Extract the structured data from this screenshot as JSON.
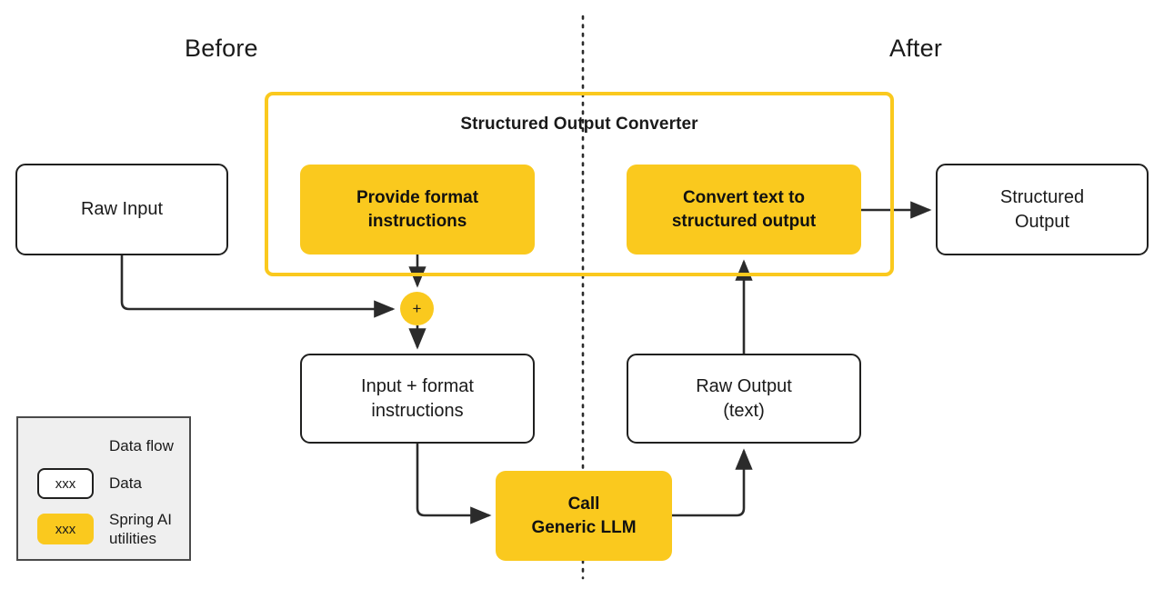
{
  "diagram": {
    "title_group": "Structured Output Converter",
    "side_labels": {
      "before": "Before",
      "after": "After"
    },
    "colors": {
      "accent_yellow": "#FAC91E",
      "stroke_dark": "#20201f",
      "legend_bg": "#efefef",
      "text": "#1a1a1a",
      "canvas": "#ffffff"
    },
    "nodes": {
      "raw_input": "Raw Input",
      "structured_output": "Structured\nOutput",
      "provide_format": "Provide format\ninstructions",
      "convert_text": "Convert text to\nstructured  output",
      "input_format": "Input + format\ninstructions",
      "raw_output": "Raw Output\n(text)",
      "call_llm": "Call\nGeneric LLM",
      "junction": "+"
    },
    "legend": {
      "items": [
        {
          "key": "arrow",
          "label": "Data flow",
          "swatch_text": ""
        },
        {
          "key": "data-box",
          "label": "Data",
          "swatch_text": "xxx"
        },
        {
          "key": "util-box",
          "label": "Spring AI\nutilities",
          "swatch_text": "xxx"
        }
      ]
    }
  }
}
